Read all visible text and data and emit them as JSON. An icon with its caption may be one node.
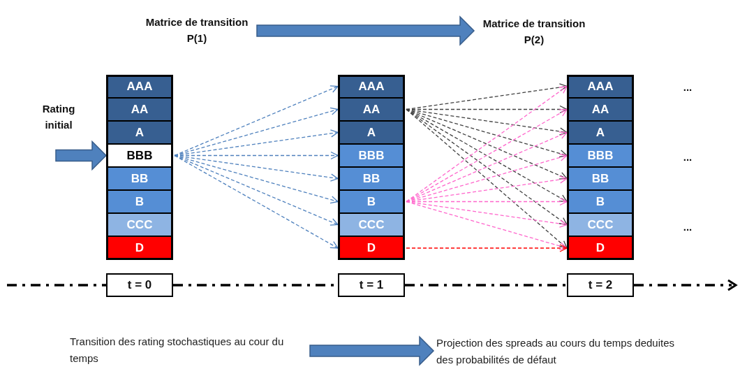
{
  "diagram": {
    "nodes": [
      {
        "text": [
          "Matrice de transition P(1)"
        ]
      },
      {
        "text": [
          "Matrice de transition P(2)"
        ]
      },
      {
        "text": [
          "AAA"
        ]
      },
      {
        "text": [
          "AA"
        ]
      },
      {
        "text": [
          "A"
        ]
      },
      {
        "text": [
          "BBB"
        ]
      },
      {
        "text": [
          "BB"
        ]
      },
      {
        "text": [
          "B"
        ]
      },
      {
        "text": [
          "CCC"
        ]
      },
      {
        "text": [
          "D"
        ]
      },
      {
        "text": [
          "AAA"
        ]
      },
      {
        "text": [
          "AA"
        ]
      },
      {
        "text": [
          "A"
        ]
      },
      {
        "text": [
          "BBB"
        ]
      },
      {
        "text": [
          "BB"
        ]
      },
      {
        "text": [
          "B"
        ]
      },
      {
        "text": [
          "CCC"
        ]
      },
      {
        "text": [
          "D"
        ]
      },
      {
        "text": [
          "AAA"
        ]
      },
      {
        "text": [
          "AA"
        ]
      },
      {
        "text": [
          "A"
        ]
      },
      {
        "text": [
          "BBB"
        ]
      },
      {
        "text": [
          "BB"
        ]
      },
      {
        "text": [
          "B"
        ]
      },
      {
        "text": [
          "CCC"
        ]
      },
      {
        "text": [
          "D"
        ]
      },
      {
        "text": [
          "t = 0"
        ]
      },
      {
        "text": [
          "t = 1"
        ]
      },
      {
        "text": [
          "t = 2"
        ]
      },
      {
        "text": [
          "Transition des rating stochastiques au cour du temps"
        ]
      },
      {
        "text": [
          "Projection des spreads au cours du temps deduites des probabilités de défaut"
        ]
      }
    ],
    "edges": [
      {
        "from": null,
        "to": 5,
        "arrow": "to",
        "style": "thick",
        "color": "#4f81bd"
      },
      {
        "from": 0,
        "to": 1,
        "arrow": "to",
        "style": "thick",
        "color": "#4f81bd"
      },
      {
        "from": 5,
        "to": 10,
        "arrow": "to",
        "style": "dashed",
        "color": "#4f81bd"
      },
      {
        "from": 5,
        "to": 11,
        "arrow": "to",
        "style": "dashed",
        "color": "#4f81bd"
      },
      {
        "from": 5,
        "to": 12,
        "arrow": "to",
        "style": "dashed",
        "color": "#4f81bd"
      },
      {
        "from": 5,
        "to": 13,
        "arrow": "to",
        "style": "dashed",
        "color": "#4f81bd"
      },
      {
        "from": 5,
        "to": 14,
        "arrow": "to",
        "style": "dashed",
        "color": "#4f81bd"
      },
      {
        "from": 5,
        "to": 15,
        "arrow": "to",
        "style": "dashed",
        "color": "#4f81bd"
      },
      {
        "from": 5,
        "to": 16,
        "arrow": "to",
        "style": "dashed",
        "color": "#4f81bd"
      },
      {
        "from": 5,
        "to": 17,
        "arrow": "to",
        "style": "dashed",
        "color": "#4f81bd"
      },
      {
        "from": 11,
        "to": 18,
        "arrow": "to",
        "style": "dashed",
        "color": "#404040"
      },
      {
        "from": 11,
        "to": 19,
        "arrow": "to",
        "style": "dashed",
        "color": "#404040"
      },
      {
        "from": 11,
        "to": 20,
        "arrow": "to",
        "style": "dashed",
        "color": "#404040"
      },
      {
        "from": 11,
        "to": 21,
        "arrow": "to",
        "style": "dashed",
        "color": "#404040"
      },
      {
        "from": 11,
        "to": 22,
        "arrow": "to",
        "style": "dashed",
        "color": "#404040"
      },
      {
        "from": 11,
        "to": 23,
        "arrow": "to",
        "style": "dashed",
        "color": "#404040"
      },
      {
        "from": 11,
        "to": 24,
        "arrow": "to",
        "style": "dashed",
        "color": "#404040"
      },
      {
        "from": 11,
        "to": 25,
        "arrow": "to",
        "style": "dashed",
        "color": "#404040"
      },
      {
        "from": 15,
        "to": 18,
        "arrow": "to",
        "style": "dashed",
        "color": "#ff66cc"
      },
      {
        "from": 15,
        "to": 19,
        "arrow": "to",
        "style": "dashed",
        "color": "#ff66cc"
      },
      {
        "from": 15,
        "to": 20,
        "arrow": "to",
        "style": "dashed",
        "color": "#ff66cc"
      },
      {
        "from": 15,
        "to": 21,
        "arrow": "to",
        "style": "dashed",
        "color": "#ff66cc"
      },
      {
        "from": 15,
        "to": 22,
        "arrow": "to",
        "style": "dashed",
        "color": "#ff66cc"
      },
      {
        "from": 15,
        "to": 23,
        "arrow": "to",
        "style": "dashed",
        "color": "#ff66cc"
      },
      {
        "from": 15,
        "to": 24,
        "arrow": "to",
        "style": "dashed",
        "color": "#ff66cc"
      },
      {
        "from": 15,
        "to": 25,
        "arrow": "to",
        "style": "dashed",
        "color": "#ff66cc"
      },
      {
        "from": 17,
        "to": 25,
        "arrow": "to",
        "style": "dashed",
        "color": "#ff0000"
      },
      {
        "from": 29,
        "to": 30,
        "arrow": "to",
        "style": "thick",
        "color": "#4f81bd"
      }
    ],
    "labels": [
      "Rating initial",
      "...",
      "...",
      "..."
    ]
  }
}
